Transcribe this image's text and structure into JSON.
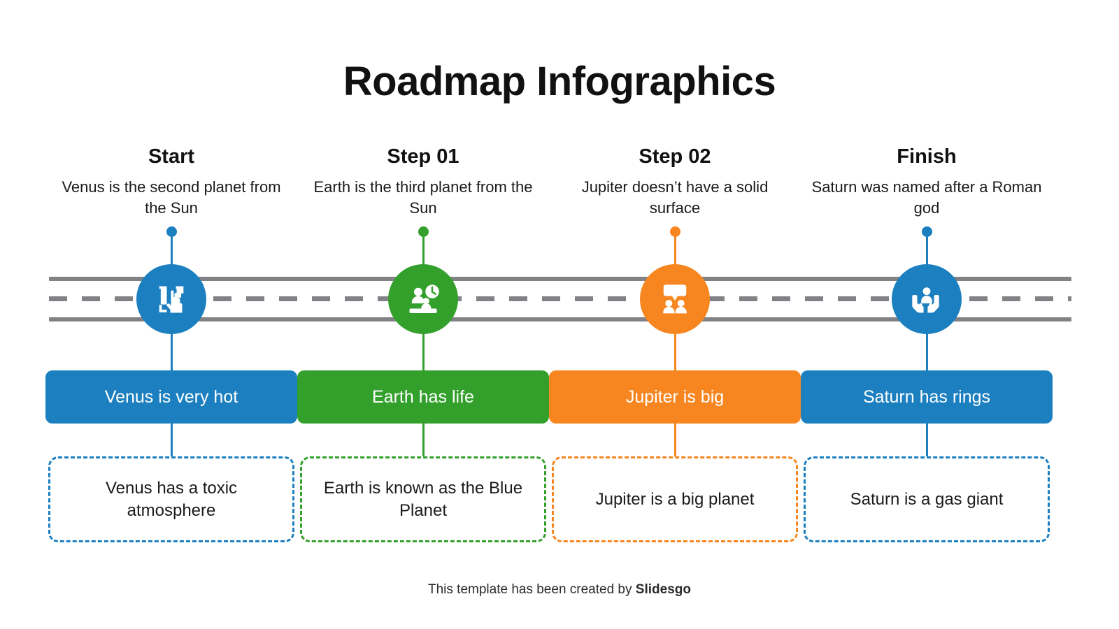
{
  "title": "Roadmap Infographics",
  "footer": {
    "prefix": "This template has been created by ",
    "brand": "Slidesgo"
  },
  "road": {
    "line_color": "#808285"
  },
  "steps": [
    {
      "title": "Start",
      "description": "Venus is the second planet from the Sun",
      "icon": "hand-touch-icon",
      "pill_label": "Venus is very hot",
      "card_text": "Venus has a toxic atmosphere",
      "color": "#1b7fc0"
    },
    {
      "title": "Step 01",
      "description": "Earth is the third planet from the Sun",
      "icon": "person-desk-clock-icon",
      "pill_label": "Earth has life",
      "card_text": "Earth is known as the Blue Planet",
      "color": "#33a02c"
    },
    {
      "title": "Step 02",
      "description": "Jupiter doesn’t have a solid surface",
      "icon": "people-speech-bubble-icon",
      "pill_label": "Jupiter is big",
      "card_text": "Jupiter is a big planet",
      "color": "#f78620"
    },
    {
      "title": "Finish",
      "description": "Saturn was named after a Roman god",
      "icon": "hands-holding-person-icon",
      "pill_label": "Saturn has rings",
      "card_text": "Saturn is a gas giant",
      "color": "#1b7fc0"
    }
  ]
}
